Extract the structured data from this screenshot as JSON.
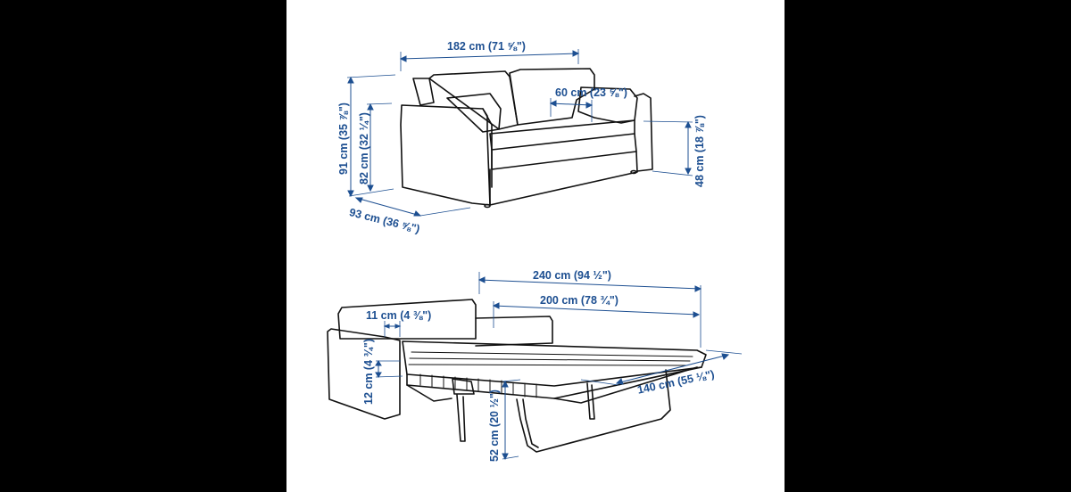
{
  "diagram": {
    "accent_color": "#1d4f91",
    "line_color": "#111111",
    "sofa_view": {
      "width": "182 cm (71 ⅝\")",
      "height_total": "91 cm (35 ⅞\")",
      "height_armrest": "82 cm (32 ¼\")",
      "depth": "93 cm (36 ⅝\")",
      "seat_depth": "60 cm (23 ⅝\")",
      "seat_height": "48 cm (18 ⅞\")"
    },
    "bed_view": {
      "length_total": "240 cm (94 ½\")",
      "length_mattress": "200 cm (78 ¾\")",
      "armrest_width": "11 cm (4 ⅜\")",
      "mattress_thickness": "12 cm (4 ¾\")",
      "bed_width": "140 cm (55 ⅛\")",
      "bed_height": "52 cm (20 ½\")"
    }
  }
}
